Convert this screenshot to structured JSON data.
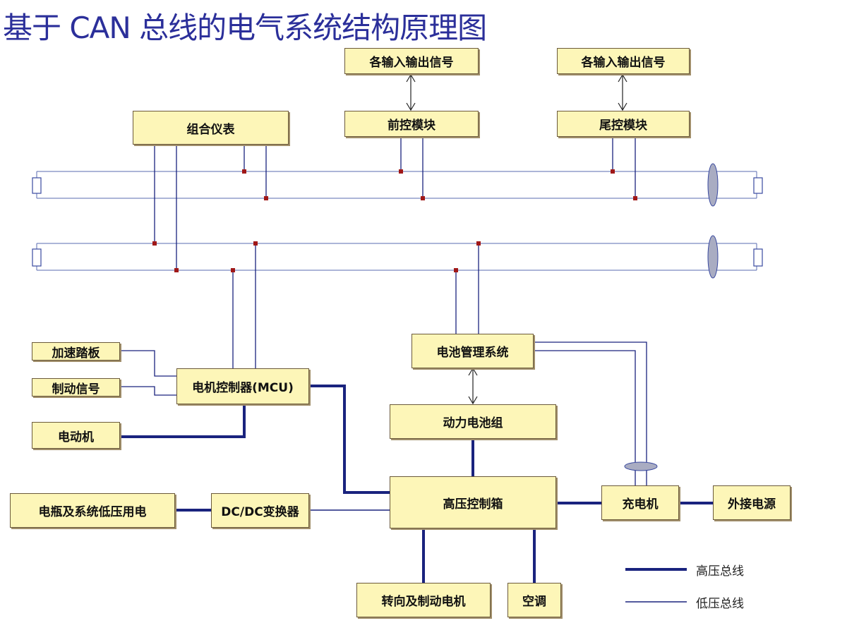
{
  "title": "基于 CAN 总线的电气系统结构原理图",
  "boxes": {
    "io_signals_front": "各输入输出信号",
    "io_signals_rear": "各输入输出信号",
    "front_control_module": "前控模块",
    "rear_control_module": "尾控模块",
    "instrument_cluster": "组合仪表",
    "accelerator_pedal": "加速踏板",
    "brake_signal": "制动信号",
    "motor_controller": "电机控制器(MCU)",
    "motor": "电动机",
    "battery_management": "电池管理系统",
    "power_battery": "动力电池组",
    "low_voltage_loads": "电瓶及系统低压用电",
    "dcdc_converter": "DC/DC变换器",
    "hv_control_box": "高压控制箱",
    "charger": "充电机",
    "external_power": "外接电源",
    "steering_brake_motor": "转向及制动电机",
    "air_conditioner": "空调"
  },
  "legend": {
    "high_voltage": "高压总线",
    "low_voltage": "低压总线"
  }
}
